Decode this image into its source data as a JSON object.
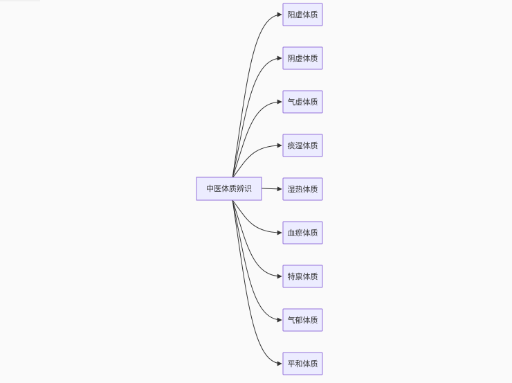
{
  "diagram": {
    "root": {
      "label": "中医体质辨识"
    },
    "children": [
      {
        "label": "阳虚体质"
      },
      {
        "label": "阴虚体质"
      },
      {
        "label": "气虚体质"
      },
      {
        "label": "痰湿体质"
      },
      {
        "label": "湿热体质"
      },
      {
        "label": "血瘀体质"
      },
      {
        "label": "特禀体质"
      },
      {
        "label": "气郁体质"
      },
      {
        "label": "平和体质"
      }
    ]
  },
  "colors": {
    "node_fill": "#ececff",
    "node_stroke": "#9370db",
    "edge": "#333333",
    "text": "#333333",
    "background": "#fafafa"
  }
}
